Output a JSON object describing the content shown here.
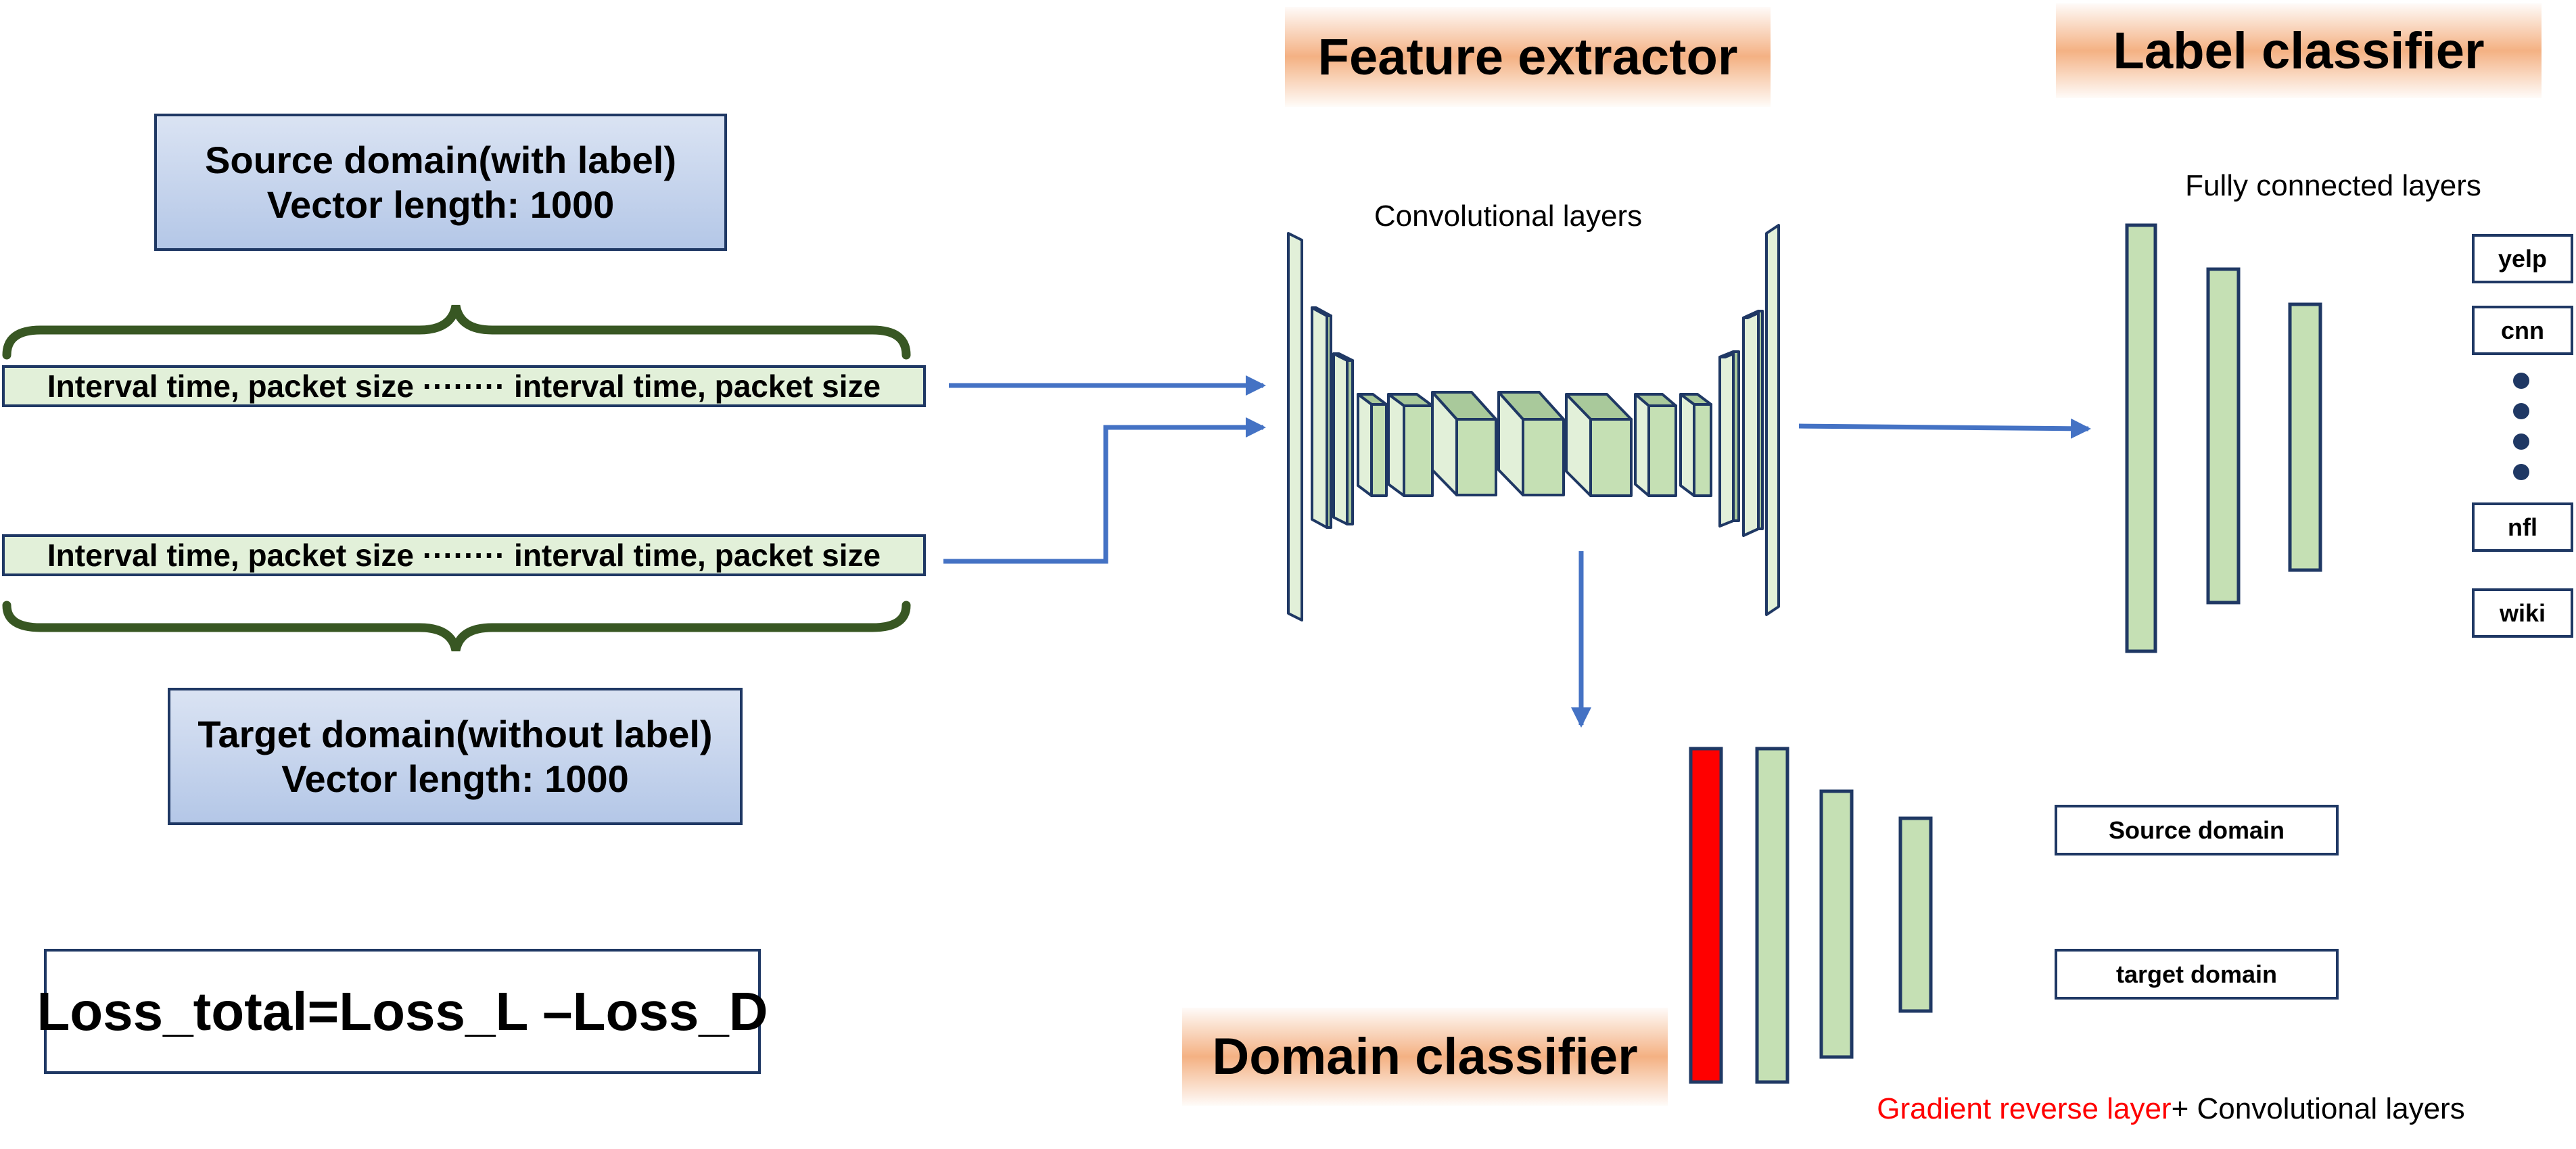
{
  "source_domain": {
    "title": "Source domain(with label)",
    "vector_length": "Vector length: 1000"
  },
  "target_domain": {
    "title": "Target domain(without label)",
    "vector_length": "Vector length: 1000"
  },
  "sequence_bars": [
    {
      "text": "Interval time, packet size ········ interval time, packet size"
    },
    {
      "text": "Interval time, packet size ········ interval time, packet size"
    }
  ],
  "feature_extractor": {
    "title": "Feature extractor",
    "layers_label": "Convolutional layers"
  },
  "label_classifier": {
    "title": "Label classifier",
    "layers_label": "Fully connected layers",
    "classes": [
      "yelp",
      "cnn",
      "nfl",
      "wiki"
    ]
  },
  "domain_classifier": {
    "title": "Domain classifier",
    "outputs": [
      "Source domain",
      "target domain"
    ],
    "grl_label": "Gradient reverse layer",
    "conv_label": "+ Convolutional layers"
  },
  "loss": {
    "formula": "Loss_total=Loss_L –Loss_D"
  },
  "colors": {
    "arrow": "#4472c4",
    "box_border": "#1f3864",
    "layer_fill": "#c5e0b4",
    "brace": "#385723",
    "grl_fill": "#ff0000",
    "title_highlight": "#f4b183"
  }
}
